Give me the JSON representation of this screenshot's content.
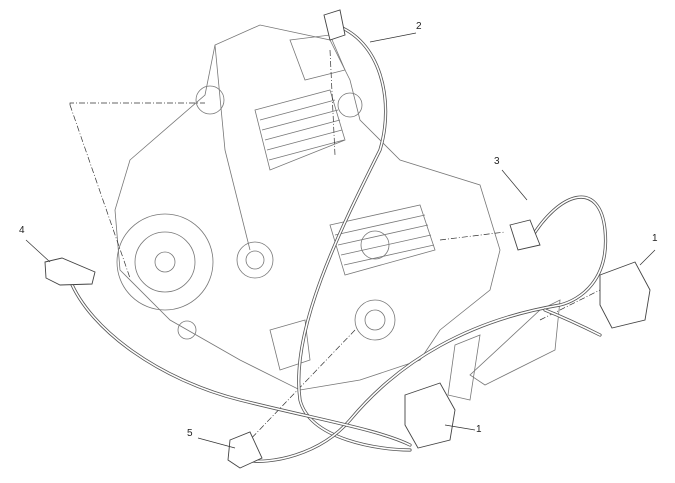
{
  "diagram": {
    "callouts": [
      {
        "id": "ignition-coil-right",
        "label": "1"
      },
      {
        "id": "spark-plug-cap-vertical",
        "label": "2"
      },
      {
        "id": "spark-plug-cap-horizontal",
        "label": "3"
      },
      {
        "id": "spark-plug-cap-left",
        "label": "4"
      },
      {
        "id": "ignition-coil-lower",
        "label": "1"
      },
      {
        "id": "spark-plug-cap-lower",
        "label": "5"
      }
    ]
  }
}
